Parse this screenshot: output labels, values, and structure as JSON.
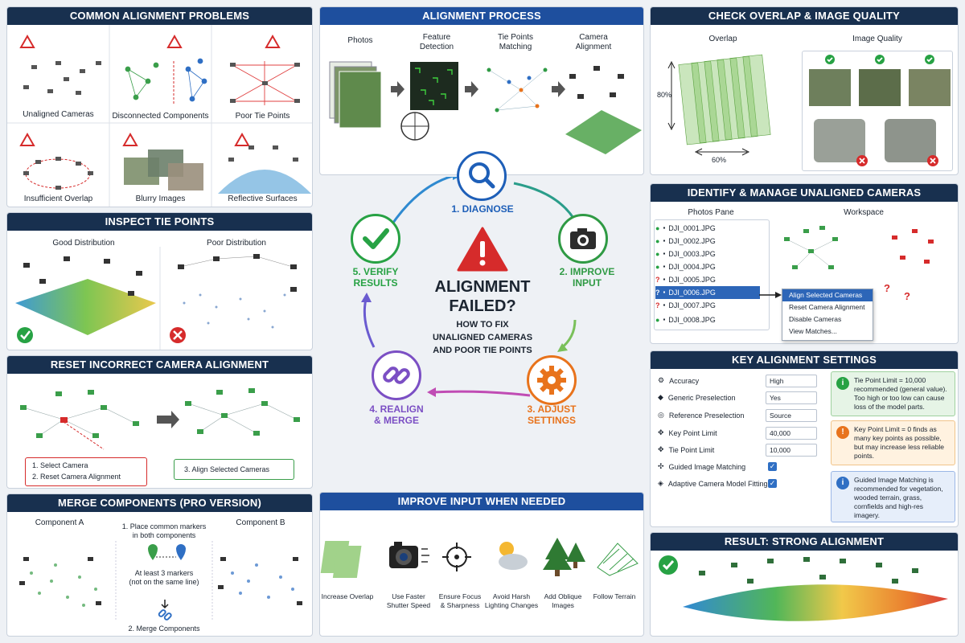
{
  "common_problems": {
    "title": "COMMON ALIGNMENT PROBLEMS",
    "items": [
      "Unaligned Cameras",
      "Disconnected Components",
      "Poor Tie Points",
      "Insufficient Overlap",
      "Blurry Images",
      "Reflective Surfaces"
    ]
  },
  "inspect": {
    "title": "INSPECT TIE POINTS",
    "good": "Good Distribution",
    "poor": "Poor Distribution"
  },
  "reset": {
    "title": "RESET INCORRECT CAMERA ALIGNMENT",
    "step1": "1.  Select Camera",
    "step2": "2.  Reset Camera Alignment",
    "step3": "3.  Align Selected Cameras"
  },
  "merge": {
    "title": "MERGE COMPONENTS (PRO VERSION)",
    "comp_a": "Component A",
    "comp_b": "Component B",
    "step1_a": "1.  Place common markers",
    "step1_b": "in both components",
    "note_a": "At least 3 markers",
    "note_b": "(not on the same line)",
    "step2": "2.  Merge Components"
  },
  "process": {
    "title": "ALIGNMENT PROCESS",
    "steps": [
      "Photos",
      "Feature Detection",
      "Tie Points Matching",
      "Camera Alignment"
    ]
  },
  "center": {
    "headline_1": "ALIGNMENT",
    "headline_2": "FAILED?",
    "sub_1": "HOW TO FIX",
    "sub_2": "UNALIGNED CAMERAS",
    "sub_3": "AND POOR TIE POINTS",
    "diagnose": "1. DIAGNOSE",
    "improve_1": "2. IMPROVE",
    "improve_2": "INPUT",
    "adjust_1": "3. ADJUST",
    "adjust_2": "SETTINGS",
    "realign_1": "4. REALIGN",
    "realign_2": "& MERGE",
    "verify_1": "5. VERIFY",
    "verify_2": "RESULTS",
    "colors": {
      "diagnose": "#1e5fb8",
      "improve": "#2f9a44",
      "adjust": "#e8731c",
      "realign": "#7b4fc4",
      "verify": "#27a244"
    }
  },
  "improve_input": {
    "title": "IMPROVE INPUT WHEN NEEDED",
    "items": [
      [
        "Increase Overlap",
        ""
      ],
      [
        "Use Faster",
        "Shutter Speed"
      ],
      [
        "Ensure Focus",
        "& Sharpness"
      ],
      [
        "Avoid Harsh",
        "Lighting Changes"
      ],
      [
        "Add Oblique",
        "Images"
      ],
      [
        "Follow Terrain",
        ""
      ]
    ]
  },
  "overlap": {
    "title": "CHECK OVERLAP & IMAGE QUALITY",
    "overlap_label": "Overlap",
    "quality_label": "Image Quality",
    "pct_v": "80%",
    "pct_h": "60%"
  },
  "unaligned": {
    "title": "IDENTIFY & MANAGE UNALIGNED CAMERAS",
    "pane": "Photos Pane",
    "workspace": "Workspace",
    "files": [
      "DJI_0001.JPG",
      "DJI_0002.JPG",
      "DJI_0003.JPG",
      "DJI_0004.JPG",
      "DJI_0005.JPG",
      "DJI_0006.JPG",
      "DJI_0007.JPG",
      "DJI_0008.JPG"
    ],
    "menu": [
      "Align Selected Cameras",
      "Reset Camera Alignment",
      "Disable Cameras",
      "View Matches..."
    ]
  },
  "settings": {
    "title": "KEY ALIGNMENT SETTINGS",
    "rows": [
      {
        "label": "Accuracy",
        "value": "High"
      },
      {
        "label": "Generic Preselection",
        "value": "Yes"
      },
      {
        "label": "Reference Preselection",
        "value": "Source"
      },
      {
        "label": "Key Point Limit",
        "value": "40,000"
      },
      {
        "label": "Tie Point Limit",
        "value": "10,000"
      },
      {
        "label": "Guided Image Matching",
        "value": ""
      },
      {
        "label": "Adaptive Camera Model Fitting",
        "value": ""
      }
    ],
    "tip1": "Tie Point Limit = 10,000 recommended (general value). Too high or too low can cause loss of the model parts.",
    "tip2": "Key Point Limit = 0 finds as many key points as possible, but may increase less reliable points.",
    "tip3": "Guided Image Matching is recommended for vegetation, wooded terrain, grass, cornfields and high-res imagery."
  },
  "result": {
    "title": "RESULT: STRONG ALIGNMENT"
  }
}
